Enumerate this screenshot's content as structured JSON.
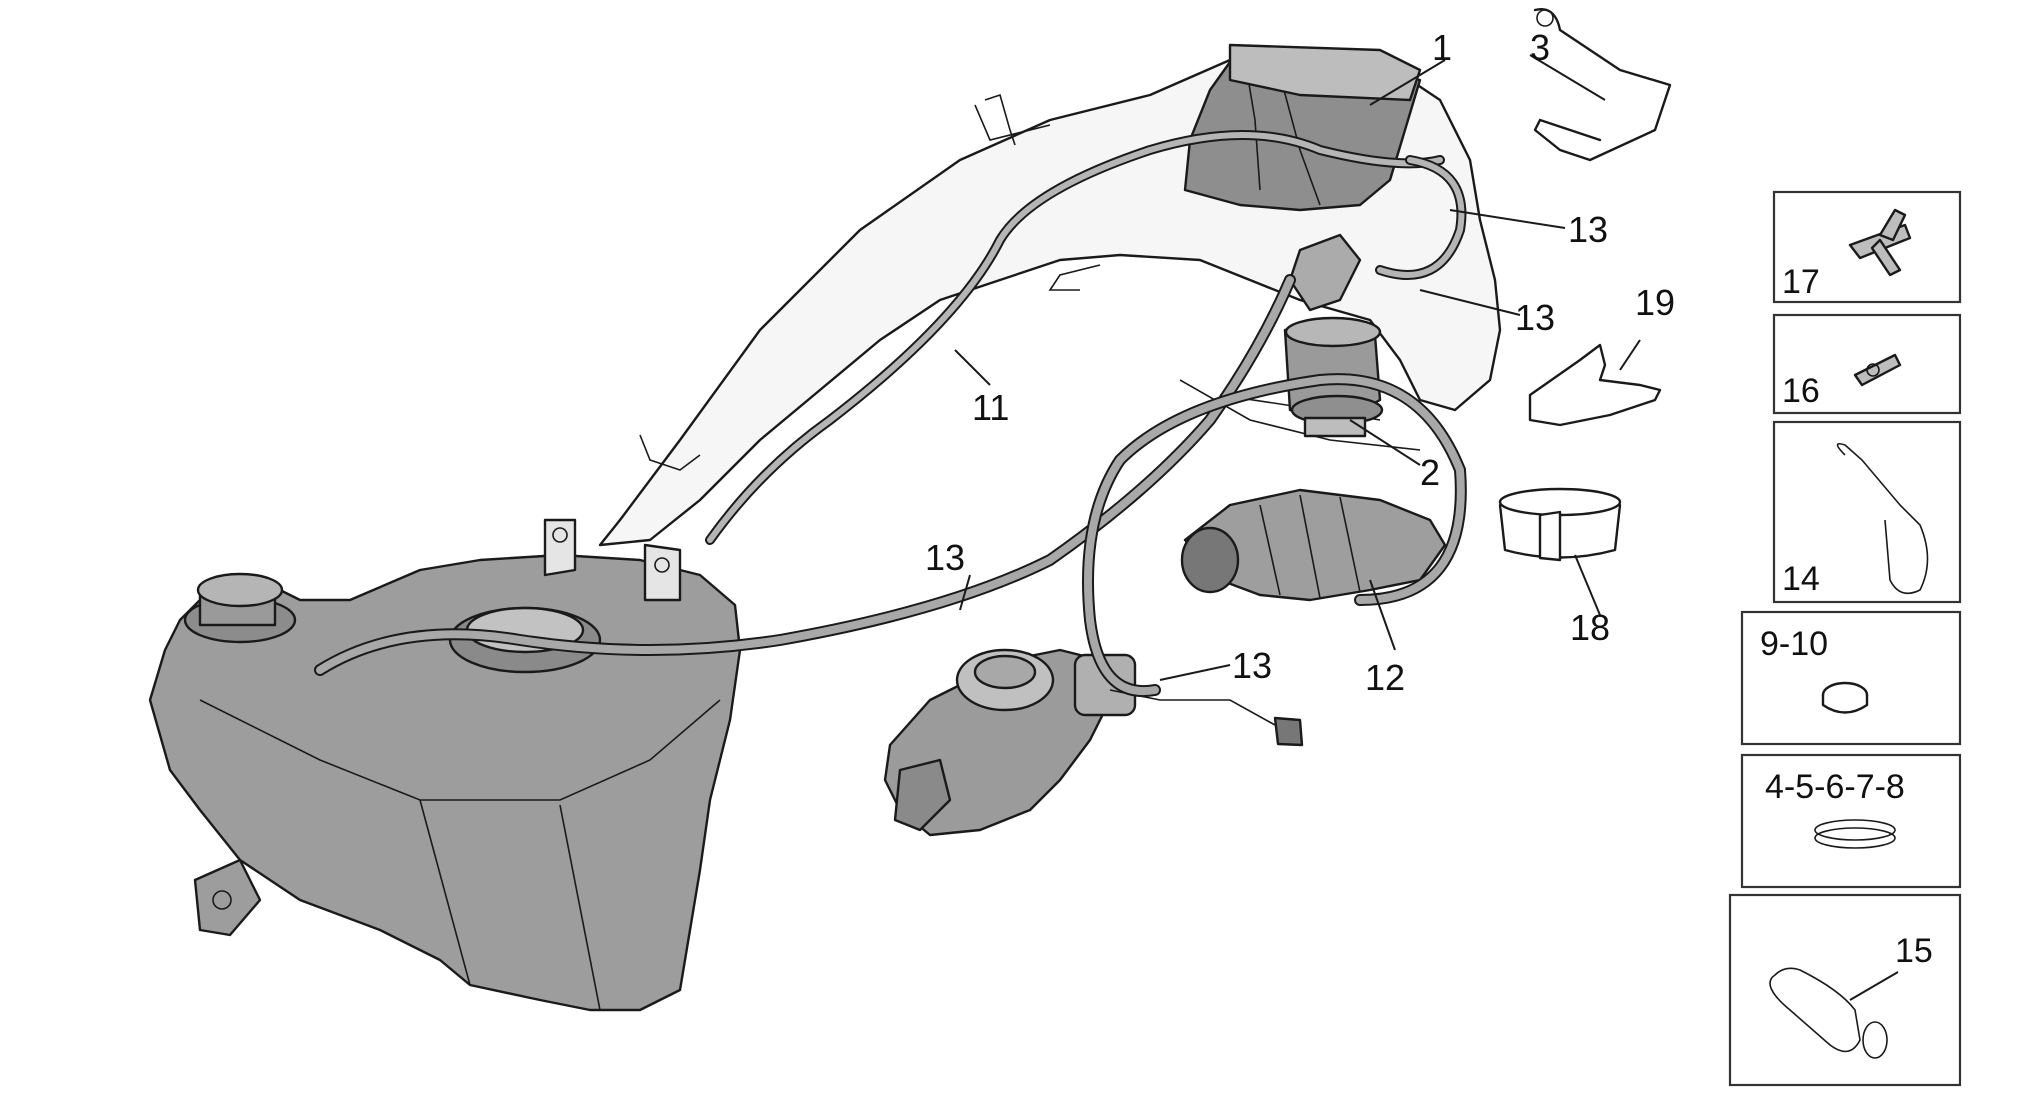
{
  "diagram": {
    "callouts": {
      "c1": "1",
      "c2": "2",
      "c3": "3",
      "c11": "11",
      "c12": "12",
      "c13a": "13",
      "c13b": "13",
      "c13c": "13",
      "c13d": "13",
      "c18": "18",
      "c19": "19"
    },
    "detail_boxes": [
      {
        "label": "17"
      },
      {
        "label": "16"
      },
      {
        "label": "14"
      },
      {
        "label": "9-10"
      },
      {
        "label": "4-5-6-7-8"
      },
      {
        "label": "15"
      }
    ],
    "colors": {
      "part_gray": "#9a9a9a",
      "frame_white": "#f6f6f6",
      "ink": "#1a1a1a"
    }
  }
}
